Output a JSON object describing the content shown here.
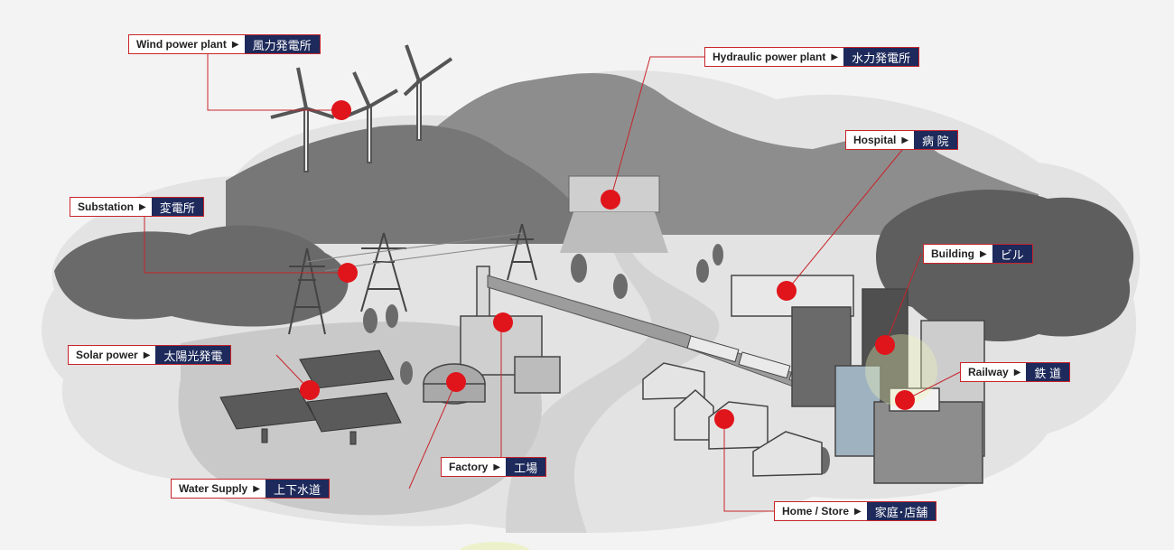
{
  "colors": {
    "marker": "#e0141b",
    "leader": "#c8242b",
    "label_jp_bg": "#1d2a5b",
    "label_border": "#c8242b",
    "background": "#f3f3f3",
    "scenery_dark": "#6e6e6e",
    "scenery_light": "#a9a9a9",
    "accent_glow": "#f0f7b8"
  },
  "labels": [
    {
      "id": "wind",
      "en": "Wind power plant",
      "arrow": "▶",
      "jp": "風力発電所"
    },
    {
      "id": "hydraulic",
      "en": "Hydraulic power plant",
      "arrow": "▶",
      "jp": "水力発電所"
    },
    {
      "id": "hospital",
      "en": "Hospital",
      "arrow": "▶",
      "jp": "病 院"
    },
    {
      "id": "substation",
      "en": "Substation",
      "arrow": "▶",
      "jp": "変電所"
    },
    {
      "id": "building",
      "en": "Building",
      "arrow": "▶",
      "jp": "ビル"
    },
    {
      "id": "solar",
      "en": "Solar power",
      "arrow": "▶",
      "jp": "太陽光発電"
    },
    {
      "id": "railway",
      "en": "Railway",
      "arrow": "▶",
      "jp": "鉄 道"
    },
    {
      "id": "factory",
      "en": "Factory",
      "arrow": "▶",
      "jp": "工場"
    },
    {
      "id": "water",
      "en": "Water Supply",
      "arrow": "▶",
      "jp": "上下水道"
    },
    {
      "id": "home",
      "en": "Home / Store",
      "arrow": "▶",
      "jp": "家庭･店舗"
    }
  ]
}
